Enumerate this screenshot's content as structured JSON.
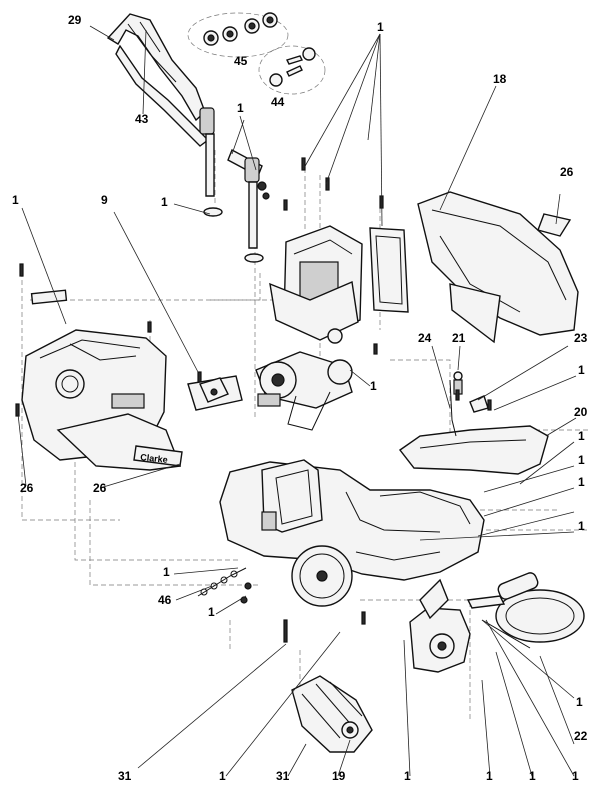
{
  "diagram": {
    "callouts": {
      "c29": "29",
      "c43": "43",
      "c45": "45",
      "c44": "44",
      "c1_top": "1",
      "c18": "18",
      "c26_top": "26",
      "c1_handle": "1",
      "c1_washer": "1",
      "c9": "9",
      "c1_left": "1",
      "c21": "21",
      "c24": "24",
      "c23": "23",
      "c1_23": "1",
      "c20": "20",
      "c1_motor": "1",
      "c26_left": "26",
      "c26_mid": "26",
      "c1_r1": "1",
      "c1_r2": "1",
      "c1_r3": "1",
      "c1_r4": "1",
      "c1_chain": "1",
      "c46": "46",
      "c1_chain2": "1",
      "c1_trim": "1",
      "c22": "22",
      "c31_a": "31",
      "c1_b1": "1",
      "c31_b": "31",
      "c19": "19",
      "c1_b2": "1",
      "c1_b3": "1",
      "c1_b4": "1",
      "c1_b5": "1"
    },
    "nameplate": "Clarke"
  }
}
